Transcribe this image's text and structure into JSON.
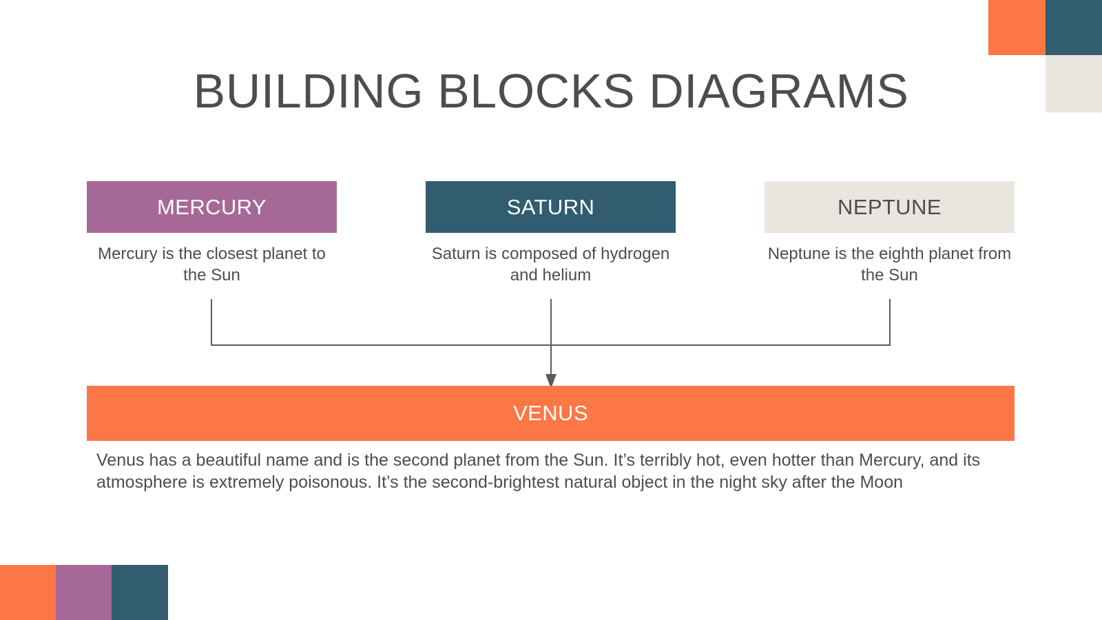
{
  "slide": {
    "title": "BUILDING BLOCKS DIAGRAMS",
    "background_color": "#ffffff"
  },
  "palette": {
    "orange": "#fb7745",
    "teal": "#325c70",
    "purple": "#a66897",
    "beige": "#eae6df",
    "text_gray": "#4d4d4d",
    "line_gray": "#5b5b5b"
  },
  "blocks": [
    {
      "label": "MERCURY",
      "caption": "Mercury is the closest planet to the Sun",
      "fill": "#a66897",
      "text_color": "#ffffff"
    },
    {
      "label": "SATURN",
      "caption": "Saturn is composed of hydrogen and helium",
      "fill": "#325c70",
      "text_color": "#ffffff"
    },
    {
      "label": "NEPTUNE",
      "caption": "Neptune is the eighth planet from the Sun",
      "fill": "#eae6df",
      "text_color": "#4d4d4d"
    }
  ],
  "result_block": {
    "label": "VENUS",
    "fill": "#fb7745",
    "text_color": "#ffffff",
    "paragraph": "Venus has a beautiful name and is the second planet from the Sun. It’s terribly hot, even hotter than Mercury, and its atmosphere is extremely poisonous. It’s the second-brightest natural object in the night sky after the Moon"
  },
  "decorations": {
    "top_right": [
      {
        "name": "orange-square",
        "color": "#fb7745"
      },
      {
        "name": "teal-square",
        "color": "#325c70"
      },
      {
        "name": "beige-square",
        "color": "#eae6df"
      }
    ],
    "bottom_left": [
      {
        "name": "orange-square",
        "color": "#fb7745"
      },
      {
        "name": "purple-square",
        "color": "#a66897"
      },
      {
        "name": "teal-square",
        "color": "#325c70"
      }
    ]
  }
}
